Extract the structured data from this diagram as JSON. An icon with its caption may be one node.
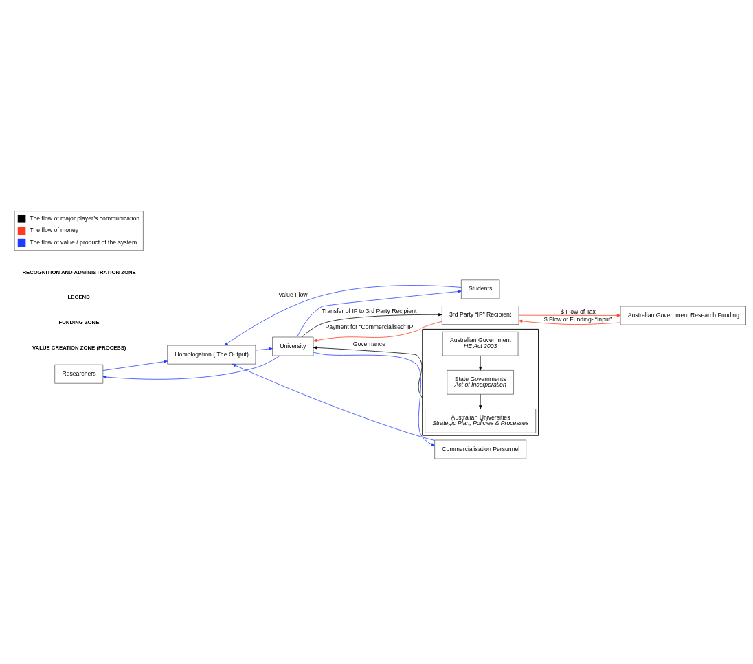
{
  "diagram": {
    "nodes": [
      {
        "text": [
          "Researchers"
        ]
      },
      {
        "text": [
          "Commercialisation Personnel"
        ]
      },
      {
        "text": [
          "Students"
        ]
      },
      {
        "text": [
          "University"
        ]
      },
      {
        "text": [
          "Homologation ( The Output)"
        ]
      },
      {
        "text": [
          "Australian Government Research Funding"
        ]
      },
      {
        "text": [
          "3rd Party “IP” Recipient"
        ]
      },
      {
        "text": [],
        "shape": "box"
      },
      {
        "text": [
          "Australian Government",
          "HE Act 2003"
        ],
        "in": 7
      },
      {
        "text": [
          "State Governments",
          "Act of Incorporation"
        ],
        "in": 7
      },
      {
        "text": [
          "Australian Universities",
          "Strategic Plan, Policies & Processes"
        ],
        "in": 7
      }
    ],
    "edges": [
      {
        "from": 3,
        "to": 0,
        "arrow": "to"
      },
      {
        "from": 3,
        "to": 1,
        "arrow": "to"
      },
      {
        "from": 3,
        "to": 2,
        "arrow": "to"
      },
      {
        "from": 4,
        "to": 3,
        "arrow": "to"
      },
      {
        "from": 0,
        "to": 4,
        "arrow": "to"
      },
      {
        "from": 1,
        "to": 4,
        "arrow": "to"
      },
      {
        "from": 2,
        "to": 4,
        "arrow": "to",
        "label": "Value Flow"
      },
      {
        "from": 5,
        "to": 6,
        "arrow": "to",
        "label": "$ Flow of Funding- “Input”",
        "color": "#ff3b1f"
      },
      {
        "from": 6,
        "to": 5,
        "arrow": "to",
        "label": "$ Flow of Tax",
        "color": "#ff3b1f"
      },
      {
        "from": 6,
        "to": 3,
        "arrow": "to",
        "label": "Payment for “Commercialised” IP",
        "color": "#ff3b1f"
      },
      {
        "from": 3,
        "to": 6,
        "arrow": "to",
        "label": "Transfer of IP to 3rd Party Recipient",
        "color": "#000000"
      },
      {
        "from": 8,
        "to": 9,
        "arrow": "to",
        "color": "#000000"
      },
      {
        "from": 9,
        "to": 10,
        "arrow": "to",
        "color": "#000000"
      },
      {
        "from": 7,
        "to": 3,
        "arrow": "to",
        "label": "Governance",
        "color": "#000000"
      }
    ],
    "labels": [
      "VALUE CREATION ZONE (PROCESS)",
      "FUNDING ZONE",
      "LEGEND",
      "RECOGNITION AND ADMINISTRATION ZONE"
    ],
    "legend": [
      {
        "text": "The flow of major player’s communication",
        "color": "#000000"
      },
      {
        "text": "The flow of money",
        "color": "#ff3b1f"
      },
      {
        "text": "The flow of value / product of the system",
        "color": "#1f3bff"
      }
    ]
  }
}
